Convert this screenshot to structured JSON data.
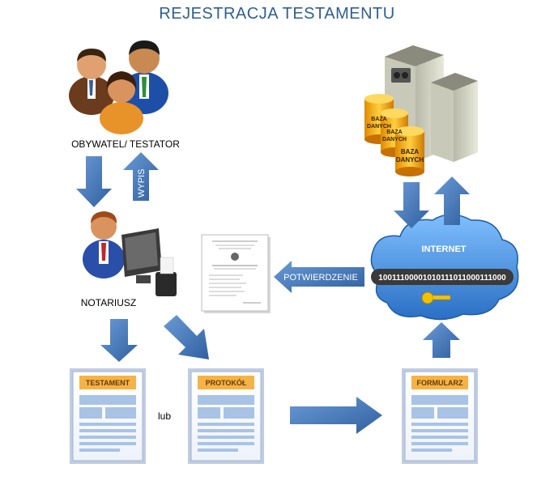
{
  "title": "REJESTRACJA TESTAMENTU",
  "labels": {
    "testator": "OBYWATEL/ TESTATOR",
    "wypis": "WYPIS",
    "notary": "NOTARIUSZ",
    "confirmation": "POTWIERDZENIE",
    "internet": "INTERNET",
    "binary": "10011100001010111011000111000",
    "database": "BAZA DANYCH",
    "database_line1": "BAZA",
    "database_line2": "DANYCH",
    "or": "lub"
  },
  "documents": {
    "testament": "TESTAMENT",
    "protocol": "PROTOKÓŁ",
    "form": "FORMULARZ"
  },
  "colors": {
    "title": "#2f5f8f",
    "arrow": "#3f73b5",
    "arrow_dark": "#2a5389",
    "doc_header": "#f5b347",
    "doc_block": "#a9c3e6",
    "cloud": "#4a90e0"
  }
}
